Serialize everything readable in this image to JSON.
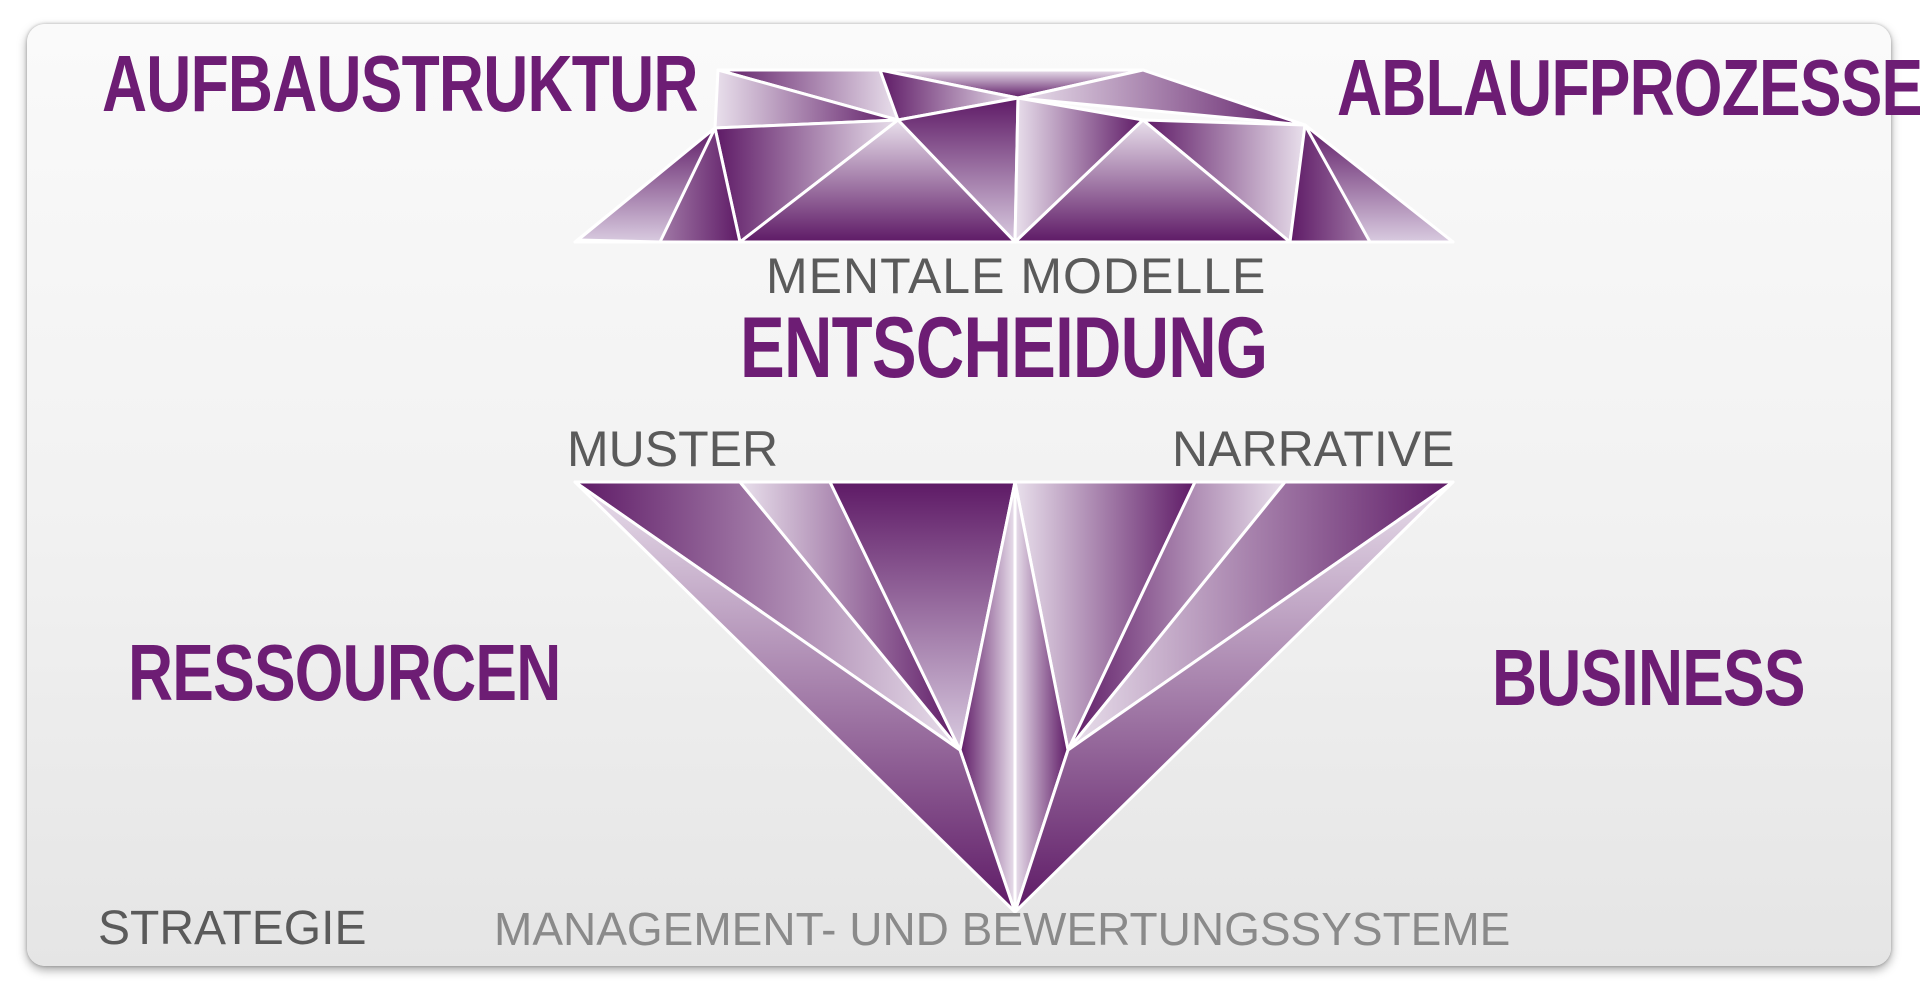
{
  "diagram": {
    "corners": {
      "top_left": "AUFBAUSTRUKTUR",
      "top_right": "ABLAUFPROZESSE",
      "bottom_left": "RESSOURCEN",
      "bottom_right": "BUSINESS"
    },
    "center": {
      "top_label": "MENTALE MODELLE",
      "main_label": "ENTSCHEIDUNG",
      "left_label": "MUSTER",
      "right_label": "NARRATIVE"
    },
    "footer": {
      "left_label": "STRATEGIE",
      "center_label": "MANAGEMENT- UND BEWERTUNGSSYSTEME"
    },
    "colors": {
      "accent_purple": "#6d1d74",
      "diamond_dark": "#5e1a66",
      "diamond_light": "#e9e0ec",
      "grey_text": "#5a5a5a"
    }
  }
}
